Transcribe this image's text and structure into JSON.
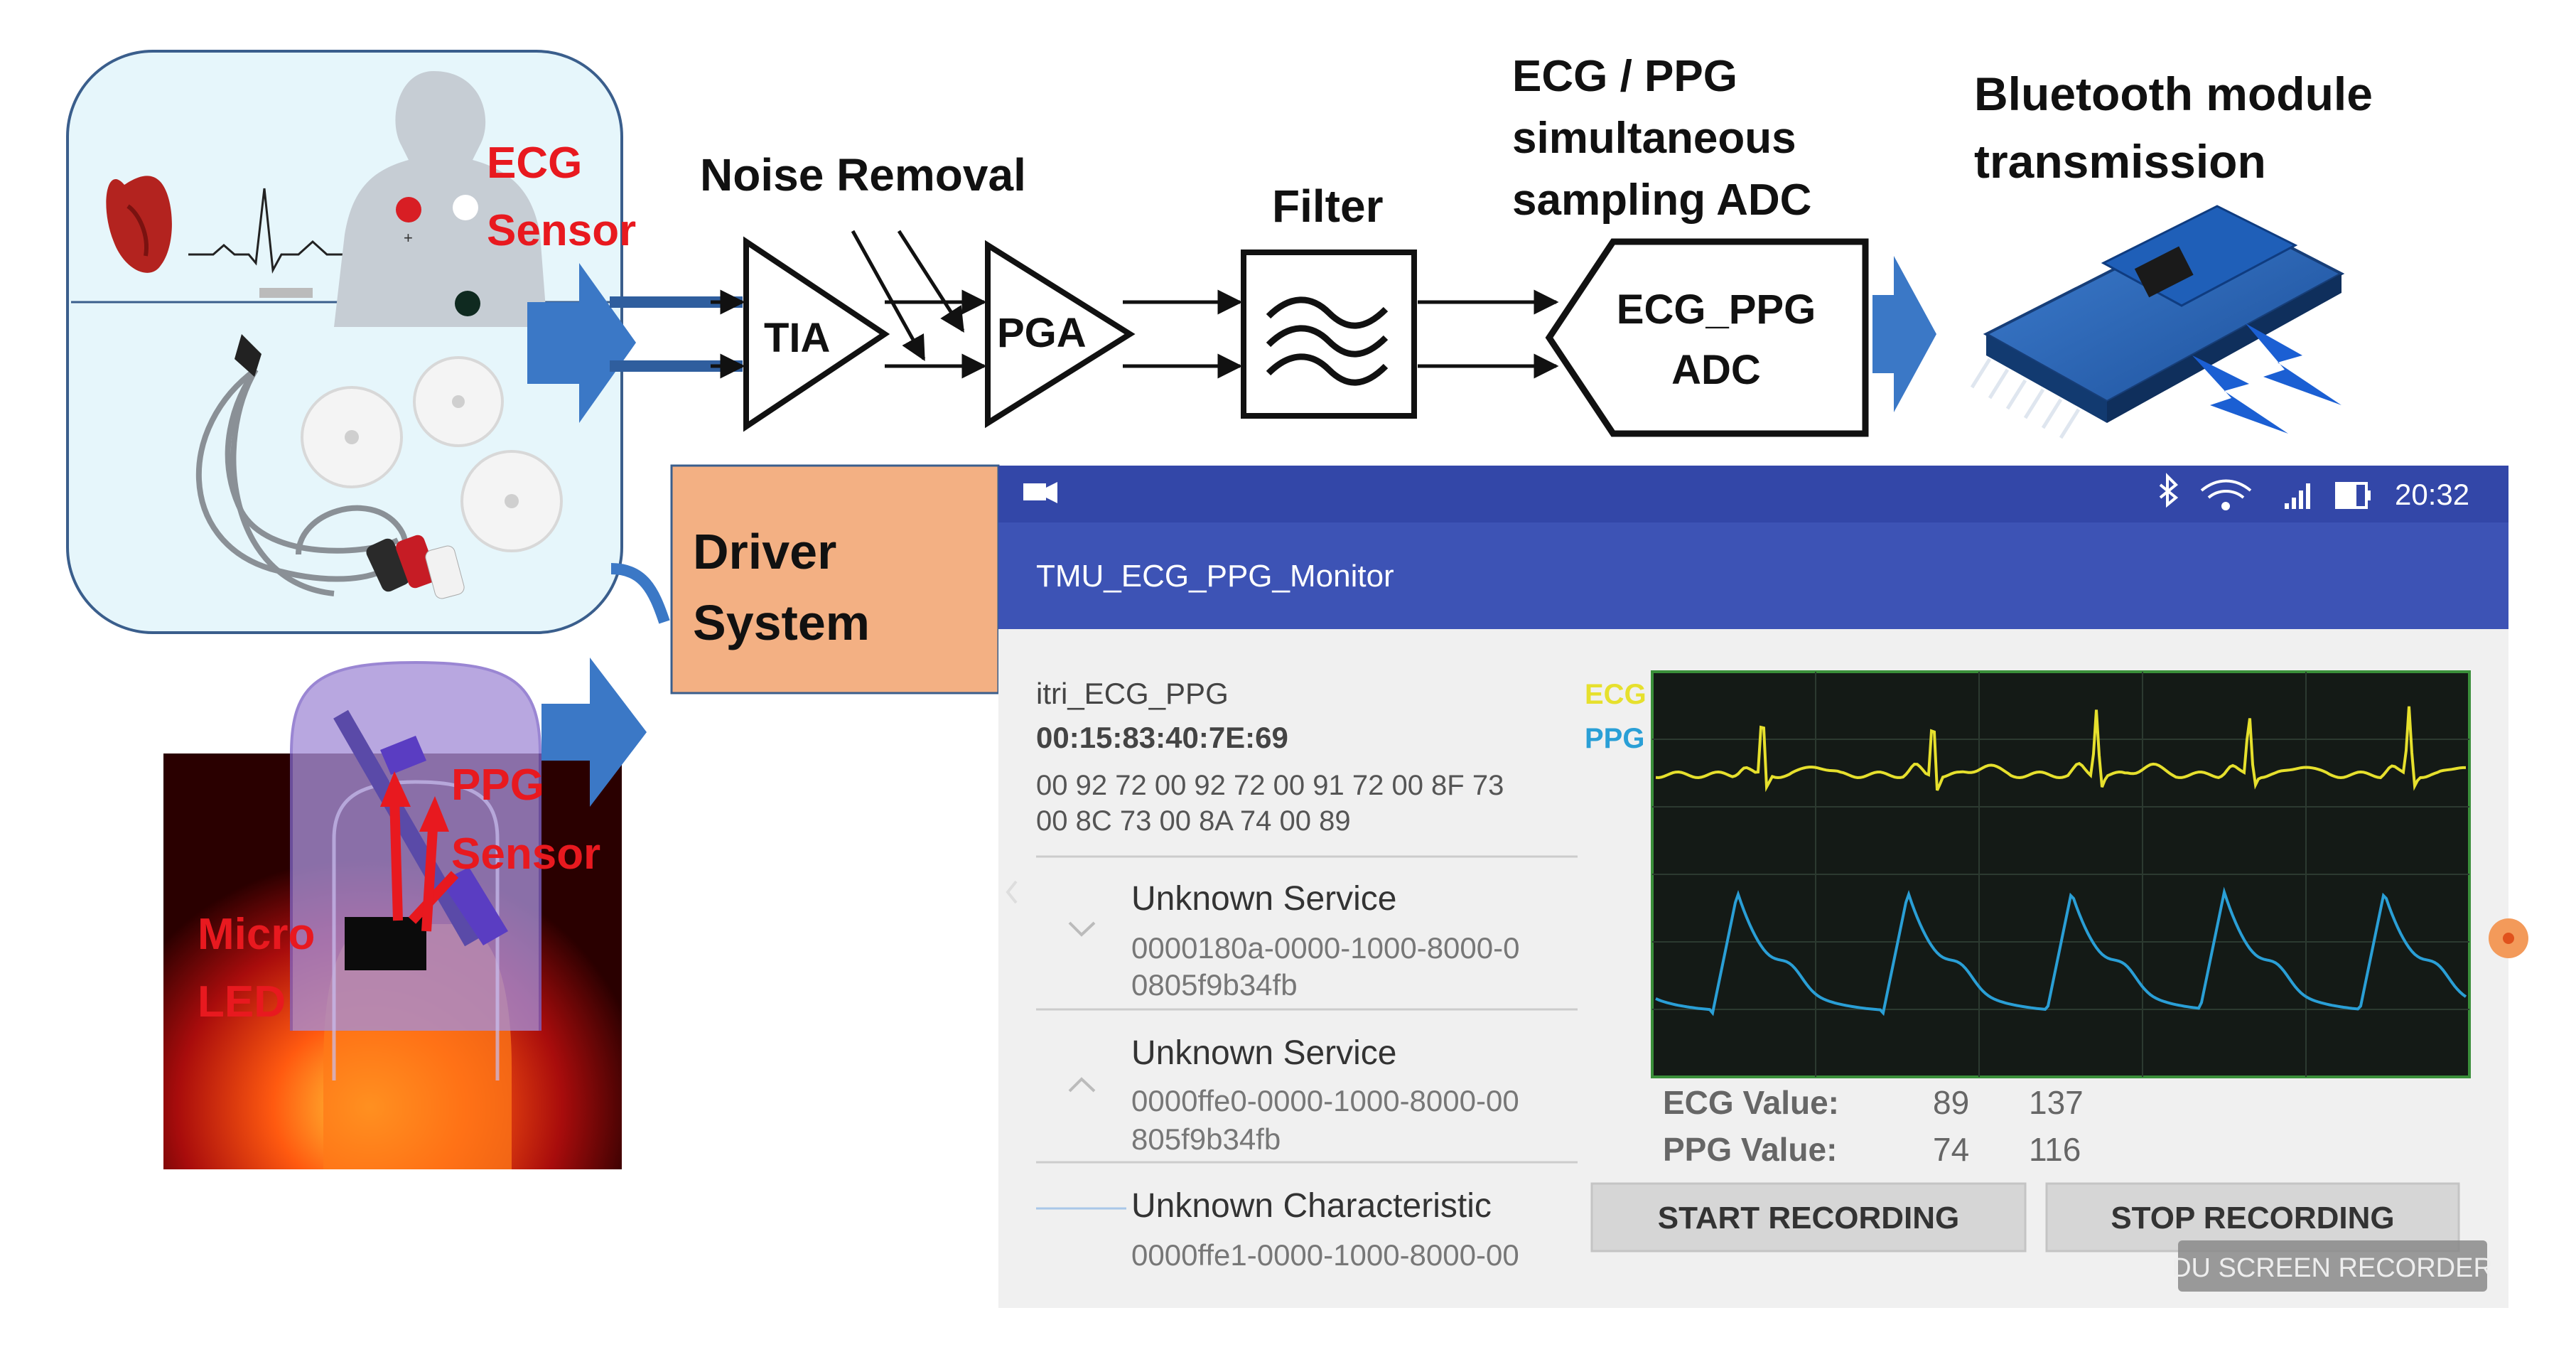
{
  "colors": {
    "sensor_panel_bg": "#e6f6fb",
    "sensor_panel_border": "#3a5e8c",
    "arrow_blue": "#3b78c6",
    "label_red": "#e8191f",
    "driver_box": "#f3b083",
    "app_bar": "#3d53b5",
    "app_body": "#f0f0f0",
    "ecg_line": "#e6e02d",
    "ppg_line": "#2a9fd6",
    "plot_bg": "#141a16",
    "plot_border": "#3a8f3a",
    "ppg_purple": "#9d7ad6"
  },
  "labels": {
    "ecg_sensor_l1": "ECG",
    "ecg_sensor_l2": "Sensor",
    "ppg_sensor_l1": "PPG",
    "ppg_sensor_l2": "Sensor",
    "micro_led_l1": "Micro",
    "micro_led_l2": "LED",
    "noise_removal": "Noise Removal",
    "filter": "Filter",
    "adc_title_l1": "ECG / PPG",
    "adc_title_l2": "simultaneous",
    "adc_title_l3": "sampling ADC",
    "bt_title_l1": "Bluetooth module",
    "bt_title_l2": "transmission",
    "tia": "TIA",
    "pga": "PGA",
    "adc_box_l1": "ECG_PPG",
    "adc_box_l2": "ADC",
    "driver_l1": "Driver",
    "driver_l2": "System"
  },
  "phone": {
    "status_time": "20:32",
    "app_title": "TMU_ECG_PPG_Monitor",
    "device_name": "itri_ECG_PPG",
    "device_addr": "00:15:83:40:7E:69",
    "hex_l1": "00 92 72 00 92 72 00 91 72 00 8F 73",
    "hex_l2": "00 8C 73 00 8A 74 00 89",
    "services": [
      {
        "title": "Unknown Service",
        "uuid_l1": "0000180a-0000-1000-8000-0",
        "uuid_l2": "0805f9b34fb"
      },
      {
        "title": "Unknown Service",
        "uuid_l1": "0000ffe0-0000-1000-8000-00",
        "uuid_l2": "805f9b34fb"
      },
      {
        "title": "Unknown Characteristic",
        "uuid_l1": "0000ffe1-0000-1000-8000-00",
        "uuid_l2": ""
      }
    ],
    "legend_ecg": "ECG",
    "legend_ppg": "PPG",
    "ecg_value_label": "ECG Value:",
    "ecg_value_1": "89",
    "ecg_value_2": "137",
    "ppg_value_label": "PPG Value:",
    "ppg_value_1": "74",
    "ppg_value_2": "116",
    "start_button": "START RECORDING",
    "stop_button": "STOP RECORDING",
    "watermark": "DU SCREEN RECORDER"
  },
  "icons": {
    "status_left": "camera-icon",
    "status_right": [
      "bluetooth-icon",
      "wifi-icon",
      "signal-icon",
      "battery-icon"
    ],
    "service_expand": [
      "chevron-down-icon",
      "chevron-up-icon"
    ]
  }
}
